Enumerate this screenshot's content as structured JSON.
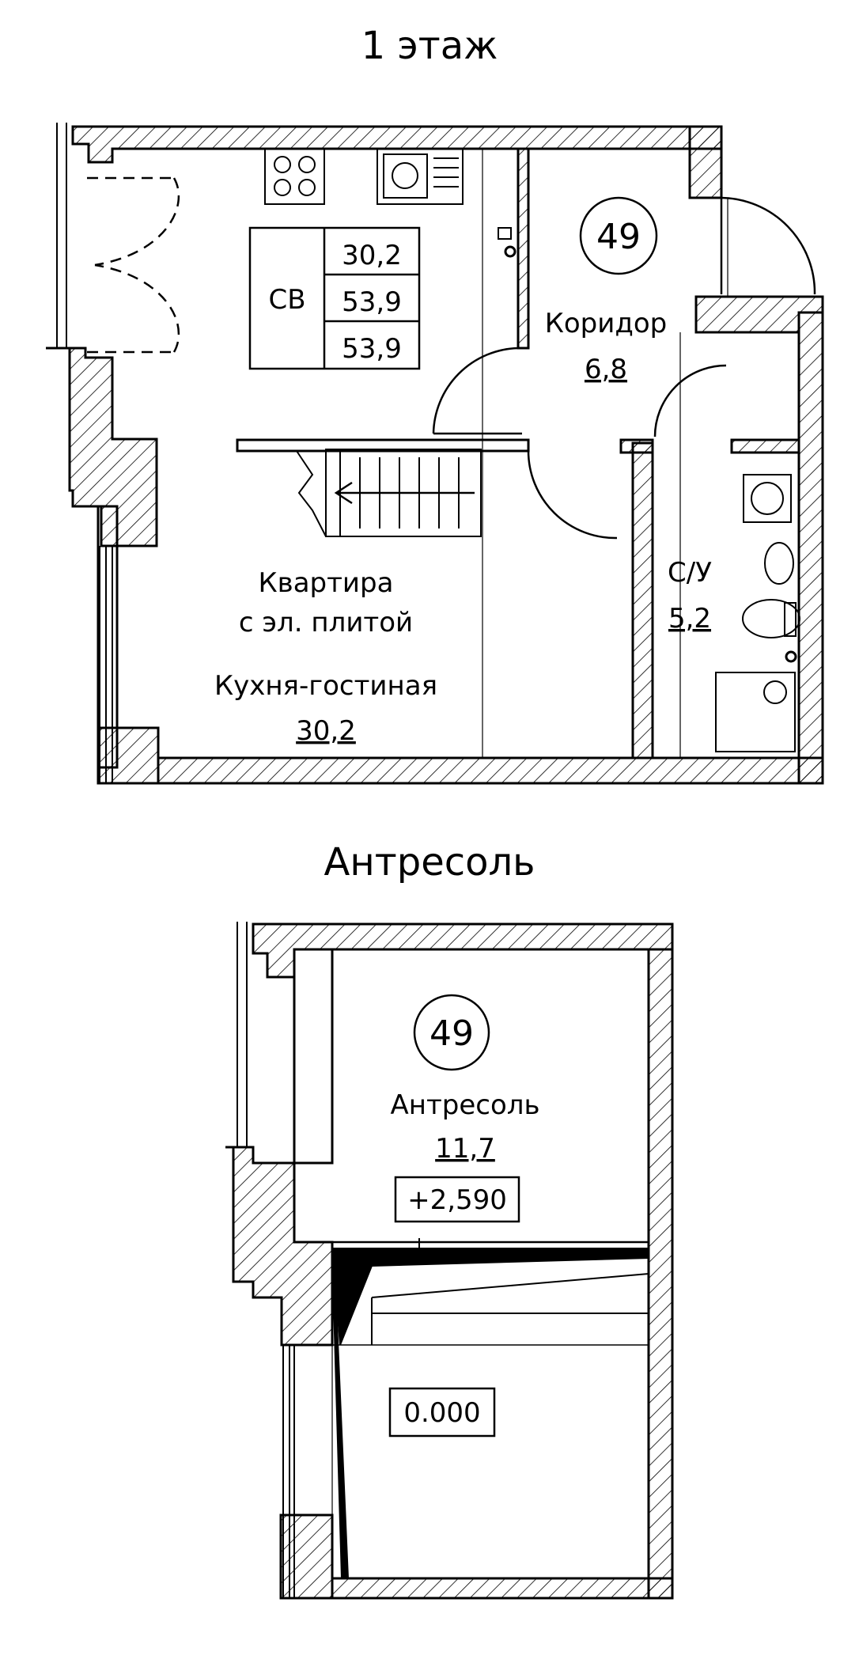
{
  "floor1": {
    "title": "1 этаж",
    "unit_number": "49",
    "summary": {
      "code": "СВ",
      "values": [
        "30,2",
        "53,9",
        "53,9"
      ]
    },
    "corridor": {
      "name": "Коридор",
      "area": "6,8"
    },
    "bathroom": {
      "name": "С/У",
      "area": "5,2"
    },
    "apartment_type": [
      "Квартира",
      "с эл. плитой"
    ],
    "kitchen": {
      "name": "Кухня-гостиная",
      "area": "30,2"
    }
  },
  "mezzanine": {
    "title": "Антресоль",
    "unit_number": "49",
    "room": {
      "name": "Антресоль",
      "area": "11,7"
    },
    "level_upper": "+2,590",
    "level_lower": "0.000"
  }
}
